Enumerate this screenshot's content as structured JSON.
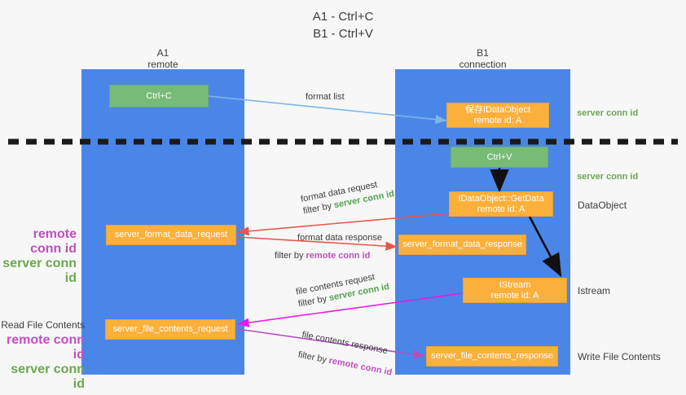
{
  "title": {
    "line1": "A1 - Ctrl+C",
    "line2": "B1 - Ctrl+V"
  },
  "columns": [
    {
      "name": "A1",
      "sub": "remote"
    },
    {
      "name": "B1",
      "sub": "connection"
    }
  ],
  "nodes": {
    "ctrl_c": {
      "label": "Ctrl+C"
    },
    "save_idataobject": {
      "line1": "保存IDataObject",
      "line2": "remote id: A"
    },
    "ctrl_v": {
      "label": "Ctrl+V"
    },
    "getdata": {
      "line1": "IDataObject::GetData",
      "line2": "remote id: A"
    },
    "server_format_data_request": {
      "label": "server_format_data_request"
    },
    "server_format_data_response": {
      "label": "server_format_data_response"
    },
    "istream": {
      "line1": "IStream",
      "line2": "remote id: A"
    },
    "server_file_contents_request": {
      "label": "server_file_contents_request"
    },
    "server_file_contents_response": {
      "label": "server_file_contents_response"
    }
  },
  "edges": {
    "format_list": {
      "label": "format list"
    },
    "format_data_request": {
      "label": "format data request",
      "filter_prefix": "filter by ",
      "filter_value": "server conn id"
    },
    "format_data_response": {
      "label": "format data response",
      "filter_prefix": "filter by ",
      "filter_value": "remote conn id"
    },
    "file_contents_request": {
      "label": "file contents request",
      "filter_prefix": "filter by ",
      "filter_value": "server conn id"
    },
    "file_contents_response": {
      "label": "file contents response",
      "filter_prefix": "filter by ",
      "filter_value": "remote conn id"
    }
  },
  "annotations": {
    "right_server_conn_id_top": "server conn id",
    "right_server_conn_id_mid": "server conn id",
    "right_dataobject": "DataObject",
    "right_istream": "Istream",
    "right_write_file_contents": "Write File Contents",
    "left_read_file_contents": "Read File Contents",
    "left_conn_block_1": {
      "remote": "remote conn id",
      "server": "server conn id"
    },
    "left_conn_block_2": {
      "remote": "remote conn id",
      "server": "server conn id"
    }
  },
  "colors": {
    "lane": "#4a86e8",
    "green_box": "#76bb77",
    "orange_box": "#fbb03b",
    "background": "#f7f7f7",
    "divider": "#1a1a1a",
    "arrow_blue": "#7eb6e8",
    "arrow_red": "#e8564a",
    "arrow_magenta": "#e619e6",
    "arrow_purple": "#b34fc1",
    "arrow_black": "#111111",
    "green_text": "#6aa84f",
    "purple_text": "#c14fc1"
  }
}
